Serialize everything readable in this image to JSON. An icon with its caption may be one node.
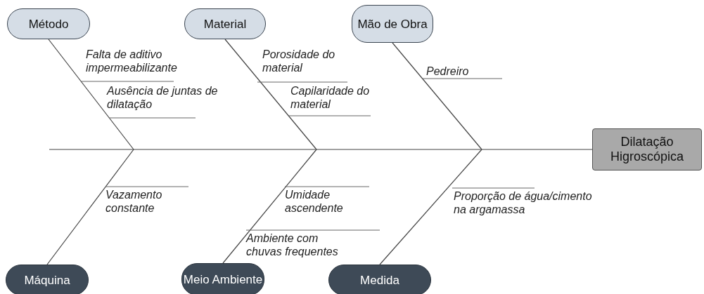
{
  "diagram": {
    "nodes": [
      {
        "text": [
          "Método"
        ]
      },
      {
        "text": [
          "Material"
        ]
      },
      {
        "text": [
          "Mão de Obra"
        ]
      },
      {
        "text": [
          "Dilatação Higroscópica"
        ]
      },
      {
        "text": [
          "Máquina"
        ]
      },
      {
        "text": [
          "Meio Ambiente"
        ]
      },
      {
        "text": [
          "Medida"
        ]
      }
    ],
    "edges": [
      {
        "from": null,
        "to": 3,
        "arrow": "none"
      },
      {
        "from": 0,
        "to": null,
        "arrow": "none"
      },
      {
        "from": 1,
        "to": null,
        "arrow": "none"
      },
      {
        "from": 2,
        "to": null,
        "arrow": "none"
      },
      {
        "from": 4,
        "to": null,
        "arrow": "none"
      },
      {
        "from": 5,
        "to": null,
        "arrow": "none"
      },
      {
        "from": 6,
        "to": null,
        "arrow": "none"
      }
    ],
    "labels": [
      "Falta de aditivo impermeabilizante",
      "Ausência de juntas de dilatação",
      "Porosidade do material",
      "Capilaridade do material",
      "Pedreiro",
      "Vazamento constante",
      "Umidade ascendente",
      "Ambiente com chuvas frequentes",
      "Proporção de água/cimento na argamassa"
    ]
  }
}
